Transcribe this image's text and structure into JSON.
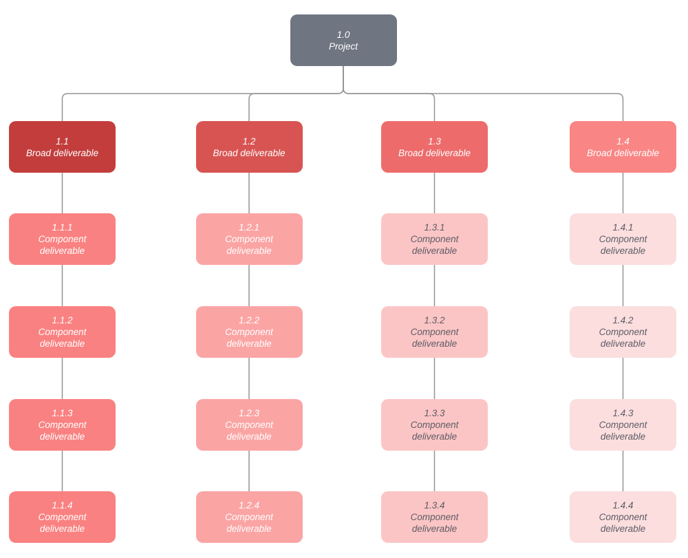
{
  "diagram": {
    "type": "work-breakdown-structure",
    "connector_color": "#949494",
    "root": {
      "code": "1.0",
      "label": "Project",
      "bg": "#6f7681",
      "text": "#ffffff"
    },
    "columns": [
      {
        "broad": {
          "code": "1.1",
          "label": "Broad deliverable"
        },
        "broad_bg": "#c33d3d",
        "broad_text": "#ffffff",
        "component_bg": "#fa8181",
        "component_text": "#ffffff",
        "components": [
          {
            "code": "1.1.1",
            "label": "Component deliverable"
          },
          {
            "code": "1.1.2",
            "label": "Component deliverable"
          },
          {
            "code": "1.1.3",
            "label": "Component deliverable"
          },
          {
            "code": "1.1.4",
            "label": "Component deliverable"
          }
        ]
      },
      {
        "broad": {
          "code": "1.2",
          "label": "Broad deliverable"
        },
        "broad_bg": "#d75452",
        "broad_text": "#ffffff",
        "component_bg": "#fba4a4",
        "component_text": "#ffffff",
        "components": [
          {
            "code": "1.2.1",
            "label": "Component deliverable"
          },
          {
            "code": "1.2.2",
            "label": "Component deliverable"
          },
          {
            "code": "1.2.3",
            "label": "Component deliverable"
          },
          {
            "code": "1.2.4",
            "label": "Component deliverable"
          }
        ]
      },
      {
        "broad": {
          "code": "1.3",
          "label": "Broad deliverable"
        },
        "broad_bg": "#ee6b6b",
        "broad_text": "#ffffff",
        "component_bg": "#fcc5c5",
        "component_text": "#5c5c66",
        "components": [
          {
            "code": "1.3.1",
            "label": "Component deliverable"
          },
          {
            "code": "1.3.2",
            "label": "Component deliverable"
          },
          {
            "code": "1.3.3",
            "label": "Component deliverable"
          },
          {
            "code": "1.3.4",
            "label": "Component deliverable"
          }
        ]
      },
      {
        "broad": {
          "code": "1.4",
          "label": "Broad deliverable"
        },
        "broad_bg": "#fa8585",
        "broad_text": "#ffffff",
        "component_bg": "#fcdede",
        "component_text": "#5c5c66",
        "components": [
          {
            "code": "1.4.1",
            "label": "Component deliverable"
          },
          {
            "code": "1.4.2",
            "label": "Component deliverable"
          },
          {
            "code": "1.4.3",
            "label": "Component deliverable"
          },
          {
            "code": "1.4.4",
            "label": "Component deliverable"
          }
        ]
      }
    ]
  }
}
